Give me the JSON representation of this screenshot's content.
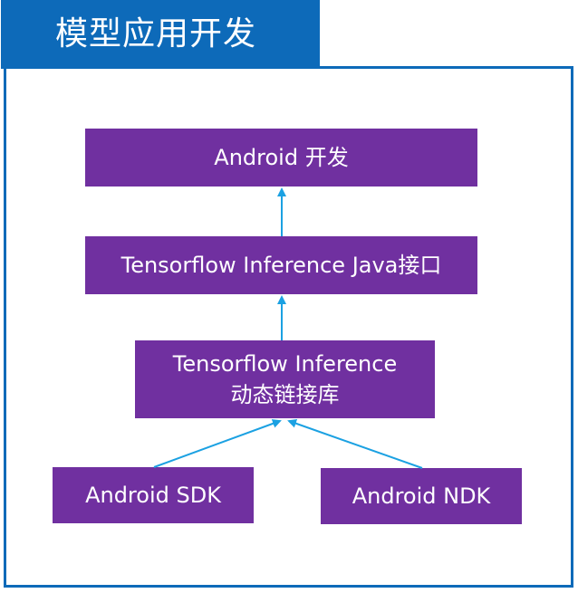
{
  "title": "模型应用开发",
  "colors": {
    "frame": "#0d6ab9",
    "box": "#7030a0",
    "arrow": "#1ba1e2",
    "text": "#ffffff"
  },
  "nodes": {
    "android_dev": {
      "label": "Android 开发"
    },
    "java_api": {
      "label": "Tensorflow Inference Java接口"
    },
    "dynlib": {
      "line1": "Tensorflow Inference",
      "line2": "动态链接库"
    },
    "sdk": {
      "label": "Android SDK"
    },
    "ndk": {
      "label": "Android NDK"
    }
  },
  "edges": [
    {
      "from": "java_api",
      "to": "android_dev"
    },
    {
      "from": "dynlib",
      "to": "java_api"
    },
    {
      "from": "sdk",
      "to": "dynlib"
    },
    {
      "from": "ndk",
      "to": "dynlib"
    }
  ]
}
